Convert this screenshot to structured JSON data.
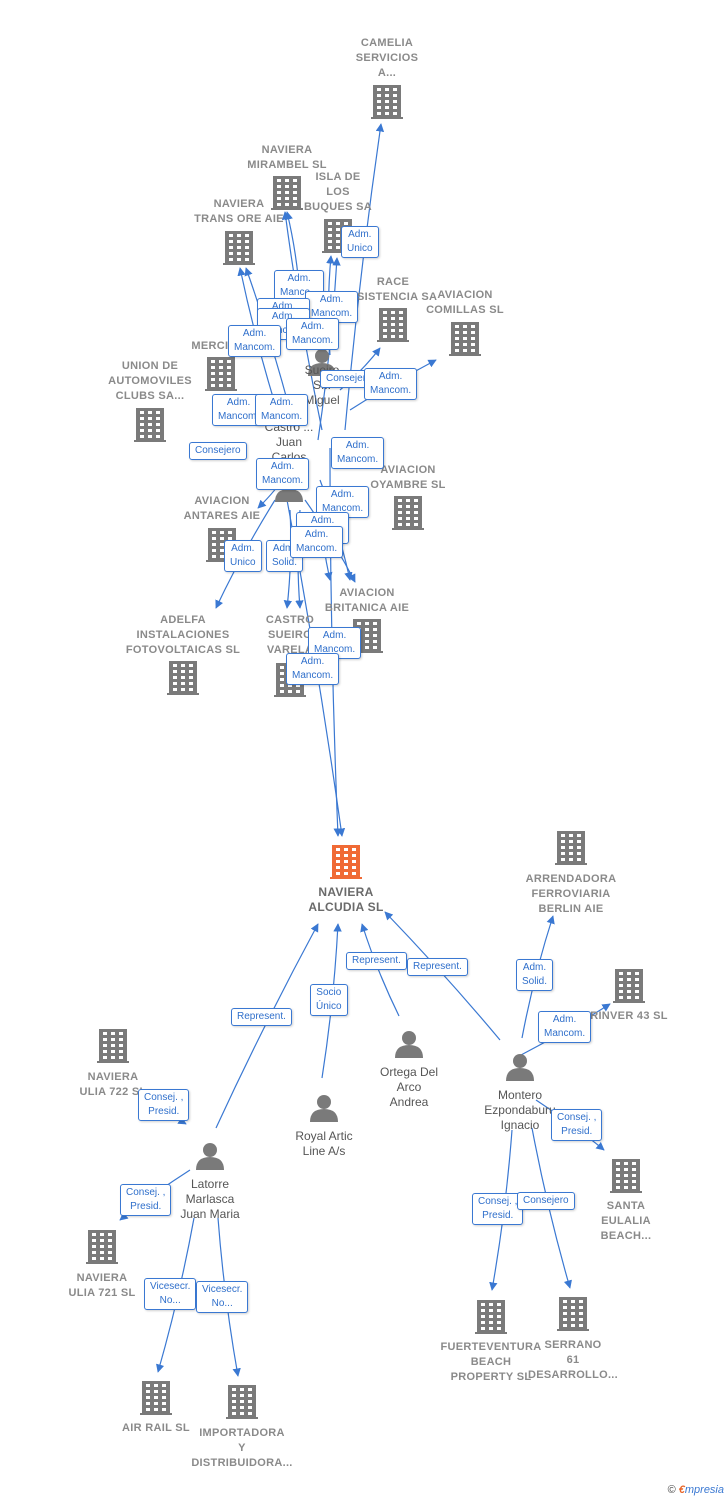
{
  "colors": {
    "edge": "#3a78d2",
    "company": "#7a7a7a",
    "main_company": "#f06a35",
    "person": "#7a7a7a"
  },
  "main_node": {
    "label": "NAVIERA\nALCUDIA  SL"
  },
  "companies": [
    {
      "label": "CAMELIA\nSERVICIOS\nA..."
    },
    {
      "label": "NAVIERA\nMIRAMBEL SL"
    },
    {
      "label": "ISLA DE\nLOS\nBUQUES SA"
    },
    {
      "label": "NAVIERA\nTRANS ORE AIE"
    },
    {
      "label": "RACE\nASISTENCIA SA"
    },
    {
      "label": "AVIACION\nCOMILLAS  SL"
    },
    {
      "label": "MERCIVEL"
    },
    {
      "label": "UNION DE\nAUTOMOVILES\nCLUBS SA..."
    },
    {
      "label": "AVIACION\nOYAMBRE  SL"
    },
    {
      "label": "AVIACION\nANTARES AIE"
    },
    {
      "label": "ADELFA\nINSTALACIONES\nFOTOVOLTAICAS SL"
    },
    {
      "label": "CASTRO\nSUEIRO\nVARELA"
    },
    {
      "label": "AVIACION\nBRITANICA AIE"
    },
    {
      "label": "ARRENDADORA\nFERROVIARIA\nBERLIN AIE"
    },
    {
      "label": "RINVER 43 SL"
    },
    {
      "label": "NAVIERA\nULIA 722  SL"
    },
    {
      "label": "SANTA\nEULALIA\nBEACH..."
    },
    {
      "label": "NAVIERA\nULIA 721  SL"
    },
    {
      "label": "FUERTEVENTURA\nBEACH\nPROPERTY  SL"
    },
    {
      "label": "SERRANO\n61\nDESARROLLO..."
    },
    {
      "label": "AIR RAIL SL"
    },
    {
      "label": "IMPORTADORA\nY\nDISTRIBUIDORA..."
    }
  ],
  "persons": [
    {
      "label": "Sueiro\nS...\nMiguel"
    },
    {
      "label": "Castro ...\nJuan\nCarlos"
    },
    {
      "label": "Ortega Del\nArco\nAndrea"
    },
    {
      "label": "Royal Artic\nLine A/s"
    },
    {
      "label": "Montero\nEzpondaburu\nIgnacio"
    },
    {
      "label": "Latorre\nMarlasca\nJuan Maria"
    }
  ],
  "edge_labels": [
    "Adm.\nUnico",
    "Adm.\nManco...",
    "Adm.\nMancom.",
    "Adm.\nMancom.",
    "Adm.\nMancom.",
    "Adm.\nMancom.",
    "Adm.\nMancom.",
    "Adm.\nMancom.",
    "Consejero",
    "Adm.\nMancom.",
    "Consejero",
    "Adm.\nMancom.",
    "Adm.\nMancom.",
    "Adm.\nMancom.",
    "Adm.\nMancom.",
    "Adm.\nMancom.",
    "Adm.\nUnico",
    "Adm.\nSolid.",
    "Adm.\nMancom.",
    "Adm.\nMancom.",
    "Adm.\nMancom.",
    "Represent.",
    "Socio\nÚnico",
    "Represent.",
    "Represent.",
    "Adm.\nSolid.",
    "Adm.\nMancom.",
    "Consej. ,\nPresid.",
    "Consej. ,\nPresid.",
    "Consej. ,\nPresid.",
    "Consej. ,\nPresid.",
    "Consejero",
    "Vicesecr.\nNo...",
    "Vicesecr.\nNo..."
  ],
  "watermark": {
    "copyright": "©",
    "brand_first": "€",
    "brand_rest": "mpresia"
  }
}
